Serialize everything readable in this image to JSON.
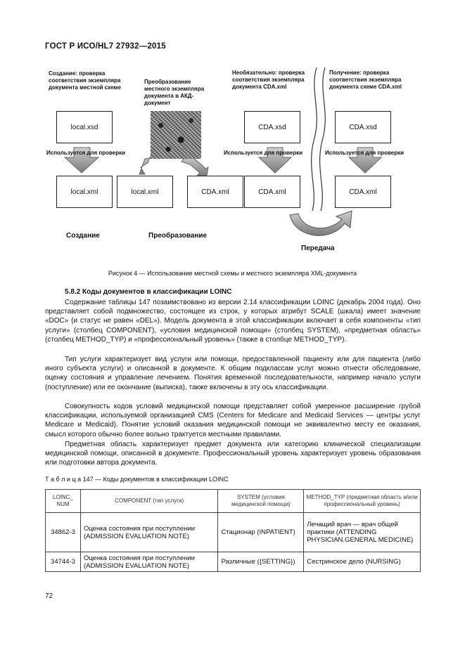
{
  "header": "ГОСТ Р ИСО/HL7 27932—2015",
  "figure": {
    "top_labels": [
      "Создание: проверка соответствия экземпляра документа местной схеме",
      "Преобразование местного экземпляра документа в АКД-документ",
      "Необязательно: проверка соответствия экземпляра документа CDA.xml",
      "Получение: проверка соответствия экземпляра документа схеме CDA.xml"
    ],
    "schema_boxes": [
      "local.xsd",
      "CDA.xsd",
      "CDA.xsd"
    ],
    "uses_label": "Используется для проверки",
    "doc_boxes": [
      "local.xml",
      "local.xml",
      "CDA.xml",
      "CDA.xml",
      "CDA.xml"
    ],
    "stages": [
      "Создание",
      "Преобразование",
      "Передача"
    ]
  },
  "caption": "Рисунок 4 — Использование местной схемы и местного экземпляра XML-документа",
  "section_title": "5.8.2 Коды документов в классификации LOINC",
  "paragraphs": [
    "Содержание таблицы 147 позаимствовано из версии 2.14 классификации LOINC (декабрь 2004 года). Оно представляет собой подмножество, состоящее из строк, у которых атрибут SCALE (шкала) имеет значение «DOC» (и статус не равен «DEL»). Модель документа в этой классификации включает в себя компоненты «тип услуги» (столбец COMPONENT), «условия медицинской помощи» (столбец SYSTEM), «предметная область» (столбец METHOD_TYP) и «профессиональный уровень» (также в столбце METHOD_TYP).",
    "Тип услуги характеризует вид услуги или помощи, предоставленной пациенту или для пациента (либо иного субъекта услуги) и описанной в документе. К общим подклассам услуг можно отнести обследование, оценку состояния и управление лечением. Понятия временной последовательности, например начало услуги (поступление) или ее окончание (выписка), также включены в эту ось классификации.",
    "Совокупность кодов условий медицинской помощи представляет собой умеренное расширение грубой классификации, используемой организацией CMS (Centers for Medicare and Medicaid Services — центры услуг Medicare и Medicaid). Понятие условий оказания медицинской помощи не эквивалентно месту ее оказания, смысл которого обычно более вольно трактуется местными правилами.",
    "Предметная область характеризует предмет документа или категорию клинической специализации медицинской помощи, описанной в документе. Профессиональный уровень характеризует уровень образования или подготовки автора документа."
  ],
  "table": {
    "caption": "Т а б л и ц а  147 — Коды документов в классификации LOINC",
    "headers": [
      "LOINC_ NUM",
      "COMPONENT (тип услуги)",
      "SYSTEM (условия медицинской помощи)",
      "METHOD_TYP (предметная область и/или профессиональный уровень)"
    ],
    "rows": [
      [
        "34862-3",
        "Оценка состояния при поступлении (ADMISSION EVALUATION NOTE)",
        "Стационар (INPATIENT)",
        "Лечащий врач — врач общей практики (ATTENDING PHYSICIAN.GENERAL MEDICINE)"
      ],
      [
        "34744-3",
        "Оценка состояния при поступлении (ADMISSION EVALUATION NOTE)",
        "Различные ({SETTING})",
        "Сестринское дело (NURSING)"
      ]
    ]
  },
  "page_number": "72"
}
